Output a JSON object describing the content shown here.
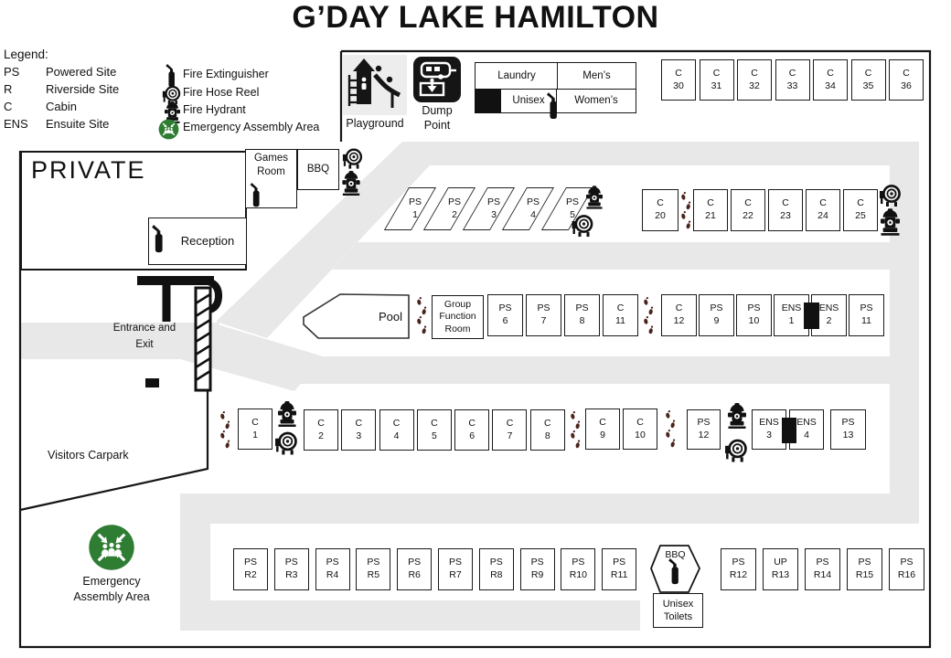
{
  "title": "G’DAY LAKE HAMILTON",
  "legend": {
    "heading": "Legend:",
    "abbreviations": [
      {
        "abbr": "PS",
        "label": "Powered Site"
      },
      {
        "abbr": "R",
        "label": "Riverside Site"
      },
      {
        "abbr": "C",
        "label": "Cabin"
      },
      {
        "abbr": "ENS",
        "label": "Ensuite Site"
      }
    ],
    "safety": [
      {
        "icon": "fire-extinguisher-icon",
        "label": "Fire Extinguisher"
      },
      {
        "icon": "fire-hose-reel-icon",
        "label": "Fire Hose Reel"
      },
      {
        "icon": "fire-hydrant-icon",
        "label": "Fire Hydrant"
      },
      {
        "icon": "emergency-assembly-icon",
        "label": "Emergency Assembly Area"
      }
    ]
  },
  "facilities": {
    "playground": "Playground",
    "dump_point": "Dump Point",
    "games_room": "Games Room",
    "bbq_top": "BBQ",
    "reception": "Reception",
    "private": "PRIVATE",
    "pool": "Pool",
    "group_function_room": "Group Function Room",
    "entrance": "Entrance and Exit",
    "visitors_carpark": "Visitors Carpark",
    "emergency_assembly": "Emergency Assembly Area",
    "bbq_riverside": "BBQ",
    "unisex_toilets": "Unisex Toilets"
  },
  "amenities_block": {
    "cells": [
      "Laundry",
      "Men’s",
      "Unisex",
      "Women’s"
    ]
  },
  "colors": {
    "road": "#e8e8e8",
    "assembly_green": "#2e7d33",
    "footprints": "#4a241c"
  },
  "sites": {
    "cabins_top": [
      {
        "t": "C",
        "n": "30"
      },
      {
        "t": "C",
        "n": "31"
      },
      {
        "t": "C",
        "n": "32"
      },
      {
        "t": "C",
        "n": "33"
      },
      {
        "t": "C",
        "n": "34"
      },
      {
        "t": "C",
        "n": "35"
      },
      {
        "t": "C",
        "n": "36"
      }
    ],
    "powered_diagonal": [
      {
        "t": "PS",
        "n": "1"
      },
      {
        "t": "PS",
        "n": "2"
      },
      {
        "t": "PS",
        "n": "3"
      },
      {
        "t": "PS",
        "n": "4"
      },
      {
        "t": "PS",
        "n": "5"
      }
    ],
    "c20": {
      "t": "C",
      "n": "20"
    },
    "cabins_21_25": [
      {
        "t": "C",
        "n": "21"
      },
      {
        "t": "C",
        "n": "22"
      },
      {
        "t": "C",
        "n": "23"
      },
      {
        "t": "C",
        "n": "24"
      },
      {
        "t": "C",
        "n": "25"
      }
    ],
    "pool_row_west": [
      {
        "t": "PS",
        "n": "6"
      },
      {
        "t": "PS",
        "n": "7"
      },
      {
        "t": "PS",
        "n": "8"
      },
      {
        "t": "C",
        "n": "11"
      }
    ],
    "pool_row_east": [
      {
        "t": "C",
        "n": "12"
      },
      {
        "t": "PS",
        "n": "9"
      },
      {
        "t": "PS",
        "n": "10"
      },
      {
        "t": "ENS",
        "n": "1"
      },
      {
        "t": "ENS",
        "n": "2"
      },
      {
        "t": "PS",
        "n": "11"
      }
    ],
    "c1": {
      "t": "C",
      "n": "1"
    },
    "cabins_2_8": [
      {
        "t": "C",
        "n": "2"
      },
      {
        "t": "C",
        "n": "3"
      },
      {
        "t": "C",
        "n": "4"
      },
      {
        "t": "C",
        "n": "5"
      },
      {
        "t": "C",
        "n": "6"
      },
      {
        "t": "C",
        "n": "7"
      },
      {
        "t": "C",
        "n": "8"
      }
    ],
    "cabins_9_10": [
      {
        "t": "C",
        "n": "9"
      },
      {
        "t": "C",
        "n": "10"
      }
    ],
    "ps12": {
      "t": "PS",
      "n": "12"
    },
    "ensuite_3_4": [
      {
        "t": "ENS",
        "n": "3"
      },
      {
        "t": "ENS",
        "n": "4"
      }
    ],
    "ps13": {
      "t": "PS",
      "n": "13"
    },
    "riverside_west": [
      {
        "t": "PS",
        "n": "R2"
      },
      {
        "t": "PS",
        "n": "R3"
      },
      {
        "t": "PS",
        "n": "R4"
      },
      {
        "t": "PS",
        "n": "R5"
      },
      {
        "t": "PS",
        "n": "R6"
      },
      {
        "t": "PS",
        "n": "R7"
      },
      {
        "t": "PS",
        "n": "R8"
      },
      {
        "t": "PS",
        "n": "R9"
      },
      {
        "t": "PS",
        "n": "R10"
      },
      {
        "t": "PS",
        "n": "R11"
      }
    ],
    "riverside_east": [
      {
        "t": "PS",
        "n": "R12"
      },
      {
        "t": "UP",
        "n": "R13"
      },
      {
        "t": "PS",
        "n": "R14"
      },
      {
        "t": "PS",
        "n": "R15"
      },
      {
        "t": "PS",
        "n": "R16"
      }
    ]
  }
}
